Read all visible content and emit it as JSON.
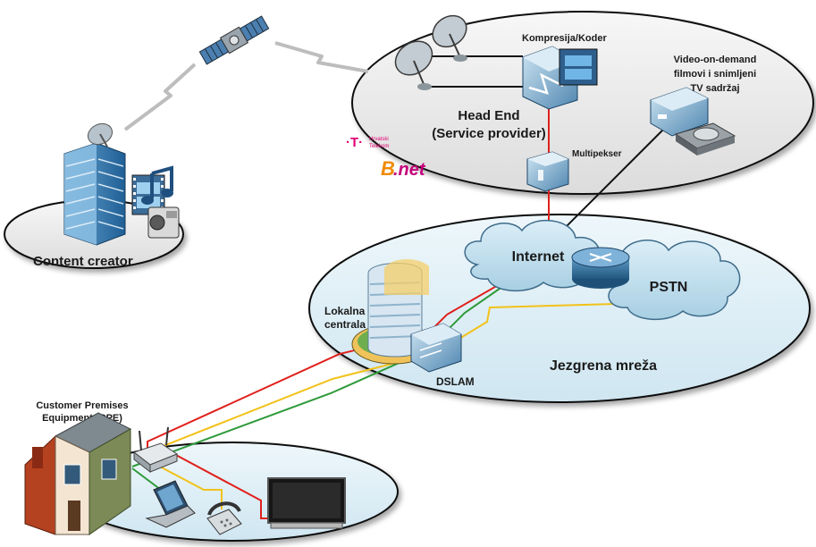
{
  "labels": {
    "content_creator": "Content creator",
    "kompresija_koder": "Kompresija/Koder",
    "head_end_line1": "Head End",
    "head_end_line2": "(Service provider)",
    "multipekser": "Multipekser",
    "vod_line1": "Video-on-demand",
    "vod_line2": "filmovi i snimljeni",
    "vod_line3": "TV sadržaj",
    "internet": "Internet",
    "pstn": "PSTN",
    "lokalna_line1": "Lokalna",
    "lokalna_line2": "centrala",
    "dslam": "DSLAM",
    "jezgrena_mreza": "Jezgrena mreža",
    "cpe_line1": "Customer Premises",
    "cpe_line2": "Equipment (CPE)"
  },
  "logos": {
    "ht_line1": "Hrvatski",
    "ht_line2": "Telekom",
    "ht_mark": "·T·",
    "bnet_b": "B",
    "bnet_net": ".net"
  },
  "colors": {
    "link_red": "#e0201c",
    "link_yellow": "#f2c21a",
    "link_green": "#2f9a3a",
    "telekom_magenta": "#e20074",
    "bnet_magenta": "#c4007a",
    "bnet_orange": "#f08a00"
  },
  "icons": [
    "satellite-icon",
    "satellite-dish-icon",
    "encoder-icon",
    "film-icon",
    "server-icon",
    "hard-drive-icon",
    "office-building-icon",
    "music-note-icon",
    "video-camera-icon",
    "cloud-icon",
    "router-icon",
    "switch-icon",
    "house-icon",
    "modem-icon",
    "laptop-icon",
    "telephone-icon",
    "television-icon"
  ]
}
